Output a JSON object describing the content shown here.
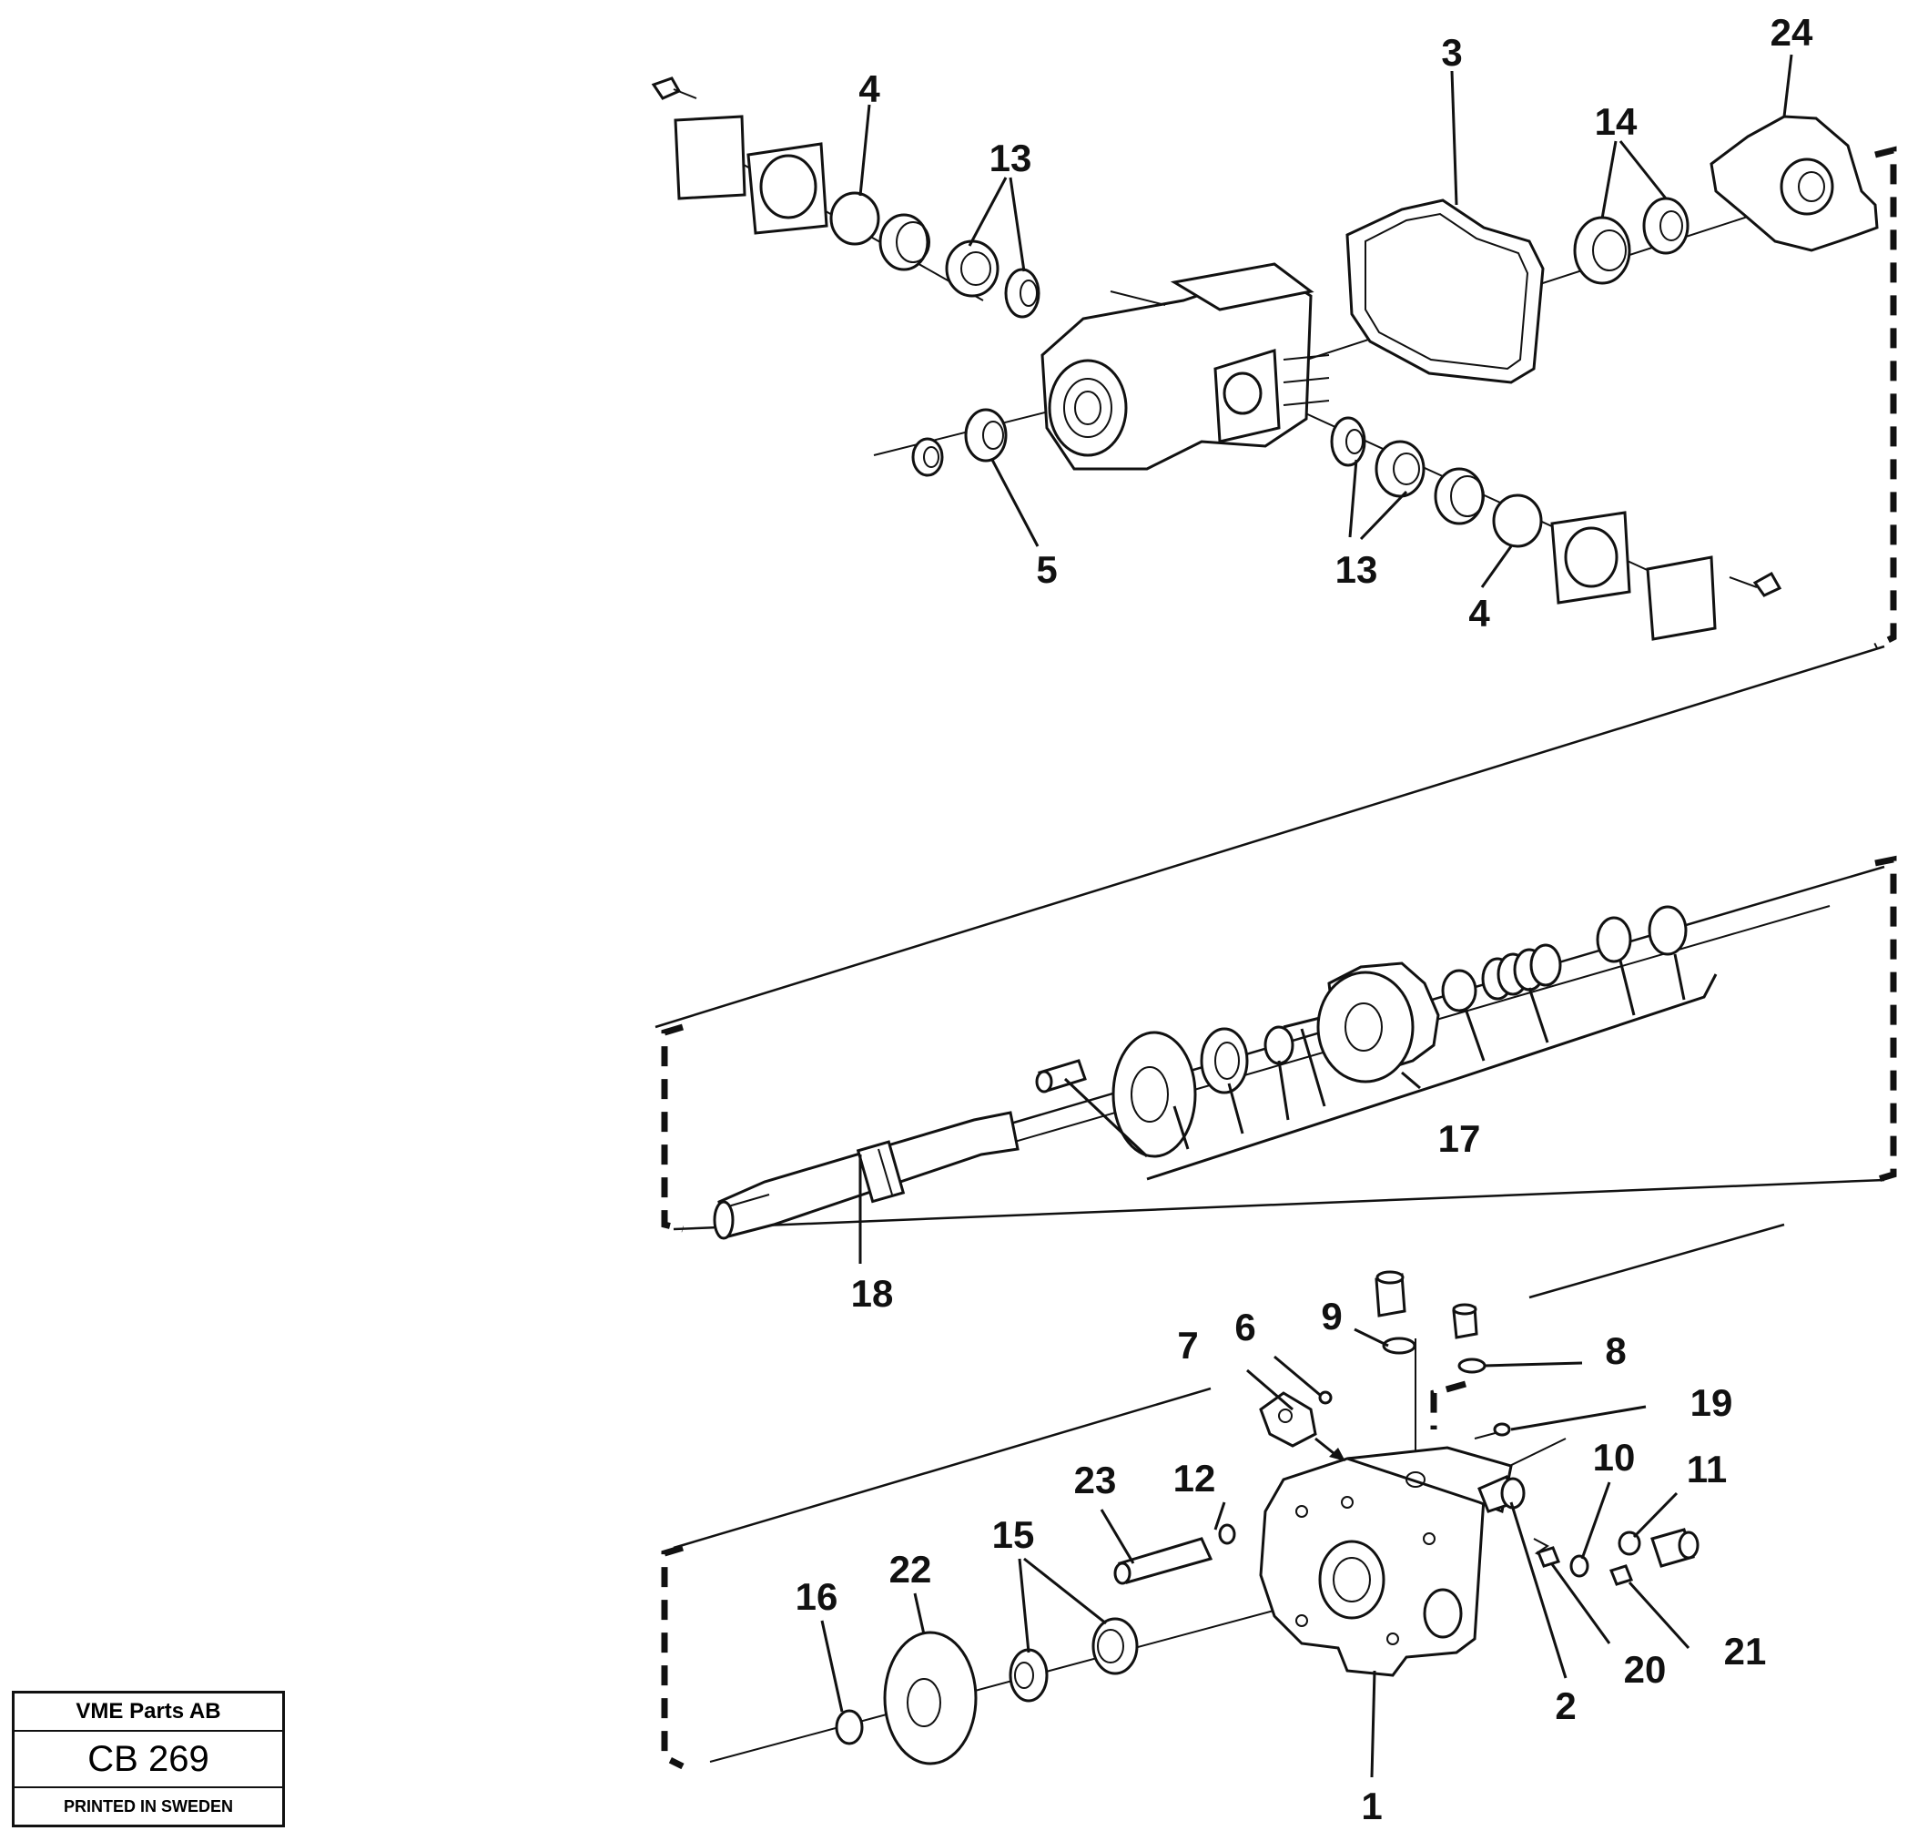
{
  "title_block": {
    "company": "VME Parts AB",
    "code": "CB 269",
    "printed": "PRINTED IN SWEDEN"
  },
  "callouts": {
    "c1": "1",
    "c2": "2",
    "c3": "3",
    "c4a": "4",
    "c4b": "4",
    "c5": "5",
    "c6": "6",
    "c7": "7",
    "c8": "8",
    "c9": "9",
    "c10": "10",
    "c11": "11",
    "c12": "12",
    "c13a": "13",
    "c13b": "13",
    "c14": "14",
    "c15": "15",
    "c16": "16",
    "c17": "17",
    "c18": "18",
    "c19": "19",
    "c20": "20",
    "c21": "21",
    "c22": "22",
    "c23": "23",
    "c24": "24"
  }
}
